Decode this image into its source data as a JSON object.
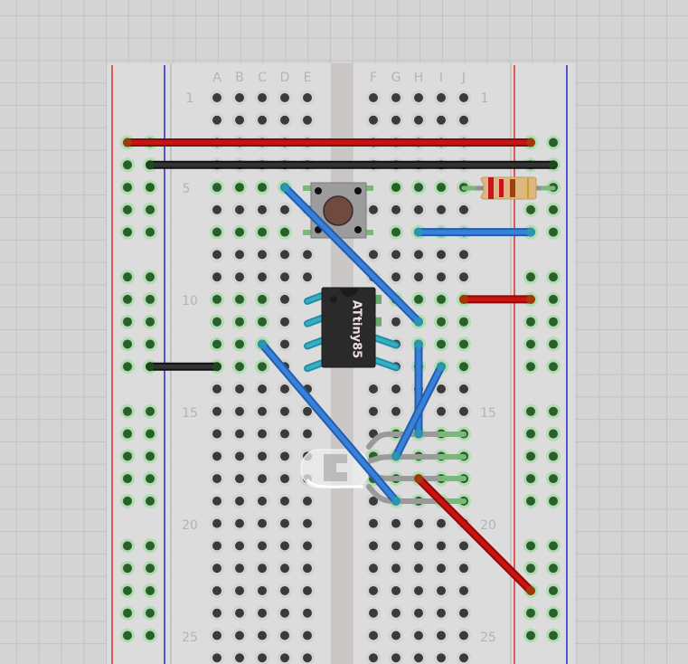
{
  "app": {
    "view": "Breadboard"
  },
  "breadboard": {
    "column_labels_left": [
      "A",
      "B",
      "C",
      "D",
      "E"
    ],
    "column_labels_right": [
      "F",
      "G",
      "H",
      "I",
      "J"
    ],
    "row_labels": [
      "1",
      "5",
      "10",
      "15",
      "20",
      "25"
    ],
    "visible_rows": 26,
    "colors": {
      "board": "#dcdcdc",
      "rail_red": "#e02020",
      "rail_blue": "#1a1ad0",
      "hole_dark": "#3a3a3a",
      "hole_connected": "#2a5e2a",
      "hole_connected_glow": "#9fdc9f",
      "center_channel": "#cbc7c7"
    }
  },
  "components": {
    "chip": {
      "label": "ATtiny85",
      "pins": 8
    },
    "pushbutton": {
      "type": "tactile-switch"
    },
    "resistor": {
      "bands": [
        "#c8141e",
        "#c8141e",
        "#a0410a",
        "#c8a020"
      ]
    },
    "led": {
      "type": "RGB LED",
      "legs": 4
    }
  },
  "wires": [
    {
      "id": "vcc-rail-top",
      "color": "#cc1111",
      "from": "L-rail-1:row3",
      "to": "R-rail-1:row3"
    },
    {
      "id": "gnd-rail-top",
      "color": "#333333",
      "from": "L-rail-2:row4",
      "to": "R-rail-2:row4"
    },
    {
      "id": "button-to-chip",
      "color": "#3a80d8",
      "from": "D5",
      "to": "H11"
    },
    {
      "id": "j7-to-rail",
      "color": "#3a80d8",
      "from": "H7",
      "to": "R-rail-1:row7"
    },
    {
      "id": "i10-to-rail",
      "color": "#cc1111",
      "from": "J10",
      "to": "R-rail-1:row10"
    },
    {
      "id": "gnd-left-e13",
      "color": "#333333",
      "from": "L-rail-2:row13",
      "to": "A13"
    },
    {
      "id": "c12-to-g19",
      "color": "#3a80d8",
      "from": "C12",
      "to": "G19"
    },
    {
      "id": "h12-to-h16",
      "color": "#3a80d8",
      "from": "H12",
      "to": "H16"
    },
    {
      "id": "i13-to-g17",
      "color": "#3a80d8",
      "from": "I13",
      "to": "G17"
    },
    {
      "id": "h18-to-rail",
      "color": "#cc1111",
      "from": "H18",
      "to": "R-rail-1:row23"
    }
  ]
}
